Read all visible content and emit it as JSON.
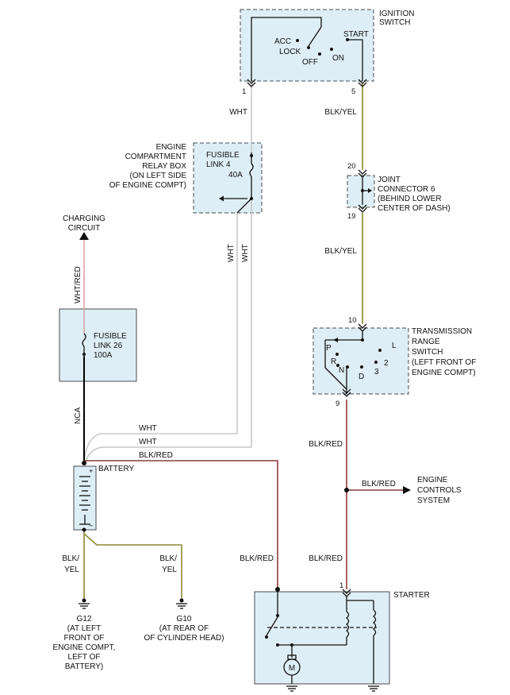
{
  "colors": {
    "wht": "#c8c8c8",
    "blk_yel": "#8e8a35",
    "blk_red": "#8b3b3b",
    "wht_red": "#d9a3a3",
    "blk": "#000000",
    "box_fill": "#deeef6"
  },
  "ignition_switch": {
    "title_line1": "IGNITION",
    "title_line2": "SWITCH",
    "pos_acc": "ACC",
    "pos_lock": "LOCK",
    "pos_off": "OFF",
    "pos_on": "ON",
    "pos_start": "START",
    "pin_left": "1",
    "pin_right": "5"
  },
  "relay_box": {
    "label_line1": "ENGINE",
    "label_line2": "COMPARTMENT",
    "label_line3": "RELAY BOX",
    "label_line4": "(ON LEFT SIDE",
    "label_line5": "OF ENGINE COMPT)",
    "fuse_line1": "FUSIBLE",
    "fuse_line2": "LINK 4",
    "fuse_line3": "40A"
  },
  "joint_connector": {
    "label_line1": "JOINT",
    "label_line2": "CONNECTOR 6",
    "label_line3": "(BEHIND LOWER",
    "label_line4": "CENTER OF DASH)",
    "pin_top": "20",
    "pin_bottom": "19"
  },
  "transmission_switch": {
    "label_line1": "TRANSMISSION",
    "label_line2": "RANGE",
    "label_line3": "SWITCH",
    "label_line4": "(LEFT FRONT OF",
    "label_line5": "ENGINE COMPT)",
    "pos_p": "P",
    "pos_r": "R",
    "pos_n": "N",
    "pos_d": "D",
    "pos_3": "3",
    "pos_2": "2",
    "pos_l": "L",
    "pin_top": "10",
    "pin_bottom": "9"
  },
  "charging": {
    "label_line1": "CHARGING",
    "label_line2": "CIRCUIT"
  },
  "fusible_link_26": {
    "line1": "FUSIBLE",
    "line2": "LINK 26",
    "line3": "100A"
  },
  "battery": {
    "label": "BATTERY",
    "plus": "+",
    "minus": "−"
  },
  "engine_controls": {
    "line1": "ENGINE",
    "line2": "CONTROLS",
    "line3": "SYSTEM"
  },
  "starter": {
    "label": "STARTER",
    "pin": "1",
    "motor": "M"
  },
  "grounds": {
    "g12_line1": "G12",
    "g12_line2": "(AT LEFT",
    "g12_line3": "FRONT OF",
    "g12_line4": "ENGINE COMPT,",
    "g12_line5": "LEFT OF",
    "g12_line6": "BATTERY)",
    "g10_line1": "G10",
    "g10_line2": "(AT REAR OF",
    "g10_line3": "OF CYLINDER HEAD)"
  },
  "wires": {
    "wht_ign": "WHT",
    "blk_yel_ign": "BLK/YEL",
    "blk_yel_jc": "BLK/YEL",
    "wht_vert_a": "WHT",
    "wht_vert_b": "WHT",
    "wht_red": "WHT/RED",
    "nca": "NCA",
    "wht_h1": "WHT",
    "wht_h2": "WHT",
    "blk_red_h": "BLK/RED",
    "blk_red_trs": "BLK/RED",
    "blk_red_ecs": "BLK/RED",
    "blk_red_starter_l": "BLK/RED",
    "blk_red_starter_r": "BLK/RED",
    "blk_yel_g12_a": "BLK/",
    "blk_yel_g12_b": "YEL",
    "blk_yel_g10_a": "BLK/",
    "blk_yel_g10_b": "YEL"
  }
}
